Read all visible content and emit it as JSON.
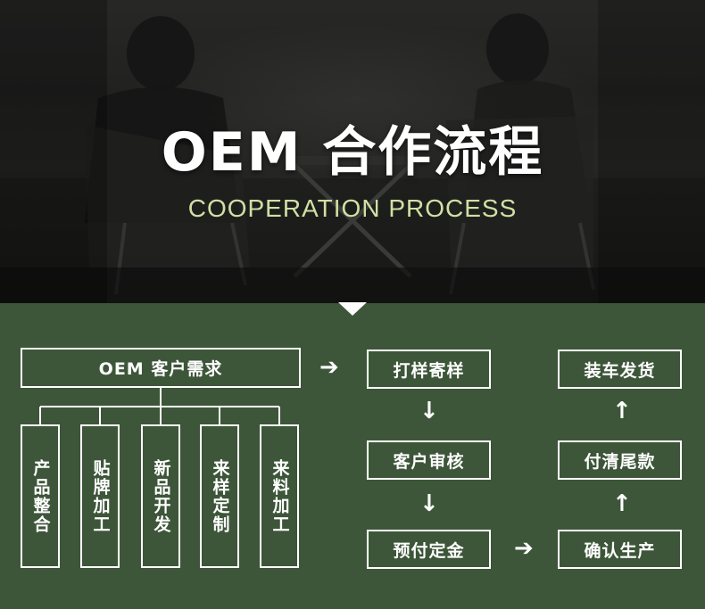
{
  "hero": {
    "title": "OEM 合作流程",
    "subtitle": "COOPERATION PROCESS"
  },
  "flow": {
    "main_box": "OEM 客户需求",
    "services": [
      "产品整合",
      "贴牌加工",
      "新品开发",
      "来样定制",
      "来料加工"
    ],
    "steps_middle": [
      "打样寄样",
      "客户审核",
      "预付定金"
    ],
    "steps_right": [
      "装车发货",
      "付清尾款",
      "确认生产"
    ],
    "arrows": {
      "right": "➔",
      "down": "↓",
      "up": "↑"
    }
  },
  "colors": {
    "background_green": "#3d5639",
    "subtitle": "#cfe0a4",
    "box_border": "#ffffff"
  }
}
